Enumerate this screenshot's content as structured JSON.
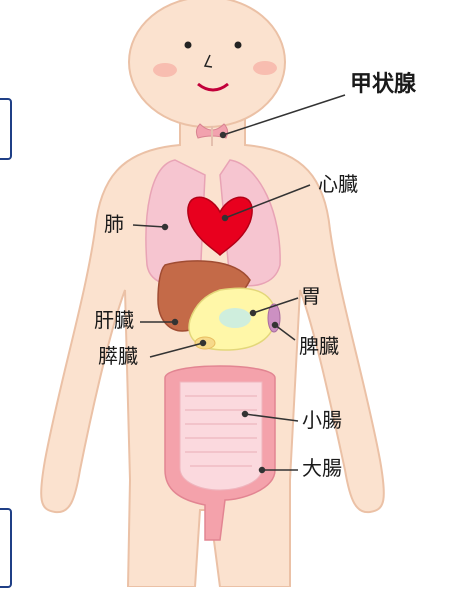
{
  "labels": {
    "thyroid": "甲状腺",
    "heart": "心臓",
    "lung": "肺",
    "liver": "肝臓",
    "stomach": "胃",
    "spleen": "脾臓",
    "pancreas": "膵臓",
    "small_intestine": "小腸",
    "large_intestine": "大腸"
  },
  "colors": {
    "skin": "#fbe2cf",
    "skin_outline": "#ebc1a6",
    "lung": "#f6c5d0",
    "heart": "#e8001e",
    "liver": "#c46a48",
    "stomach": "#fff7a8",
    "pancreas": "#f6d98a",
    "spleen": "#cc90c2",
    "intestine": "#f4a2ab",
    "thyroid": "#f2a2ae",
    "accent_tab": "#1f3f86"
  }
}
